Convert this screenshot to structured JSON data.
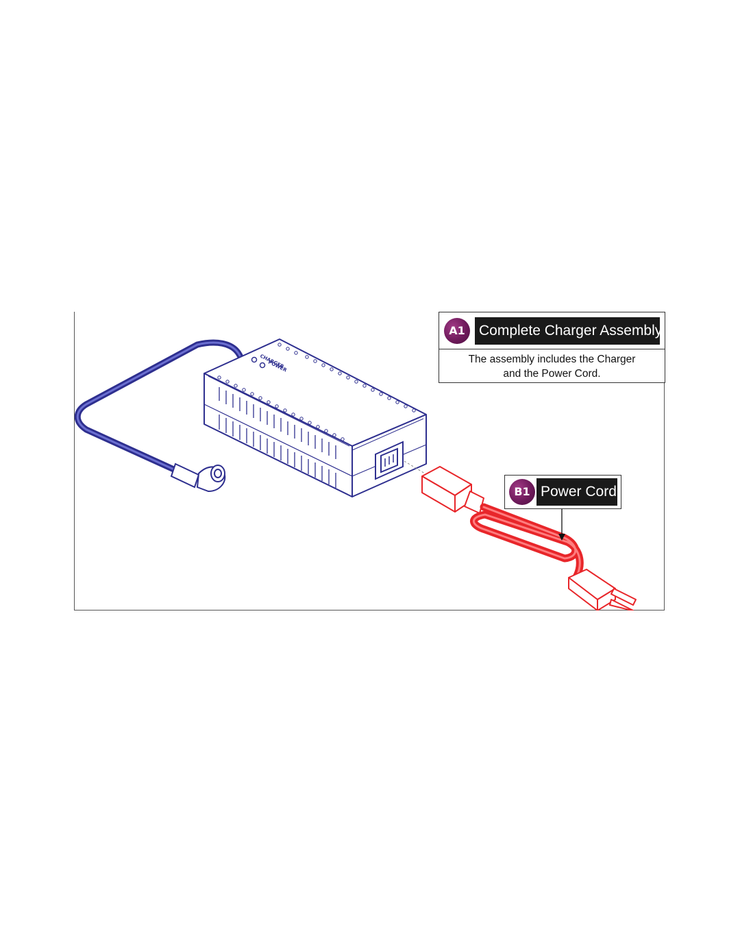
{
  "callouts": {
    "a1": {
      "badge": "A1",
      "title": "Complete Charger Assembly",
      "description_lines": [
        "The assembly includes the Charger",
        "and the Power Cord."
      ]
    },
    "b1": {
      "badge": "B1",
      "title": "Power Cord"
    }
  },
  "charger_labels": [
    "CHARGER",
    "POWER"
  ],
  "colors": {
    "charger_outline": "#2e2f8f",
    "power_cord": "#e8262a",
    "badge": "#6e1a5b",
    "label_bar": "#1a1a1a"
  }
}
